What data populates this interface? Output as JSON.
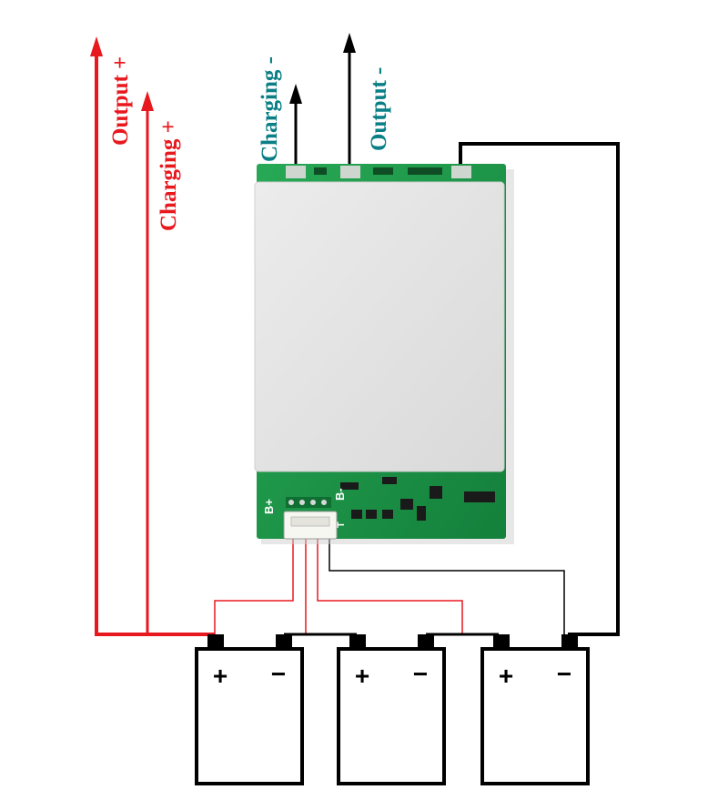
{
  "labels": {
    "output_plus": "Output +",
    "charging_plus": "Charging +",
    "charging_minus": "Charging -",
    "output_minus": "Output -",
    "pin_b_plus": "B+",
    "pin_b_minus": "B-",
    "pin_t": "T"
  },
  "batteries": [
    {
      "plus": "+",
      "minus": "−"
    },
    {
      "plus": "+",
      "minus": "−"
    },
    {
      "plus": "+",
      "minus": "−"
    }
  ],
  "colors": {
    "positive_wire": "#e8191e",
    "negative_wire": "#000000",
    "positive_text": "#e8191e",
    "negative_text": "#0a7f86",
    "pcb_green": "#1d9a4a",
    "pcb_dark": "#0f6e32",
    "heatsink": "#e6e6e6"
  }
}
